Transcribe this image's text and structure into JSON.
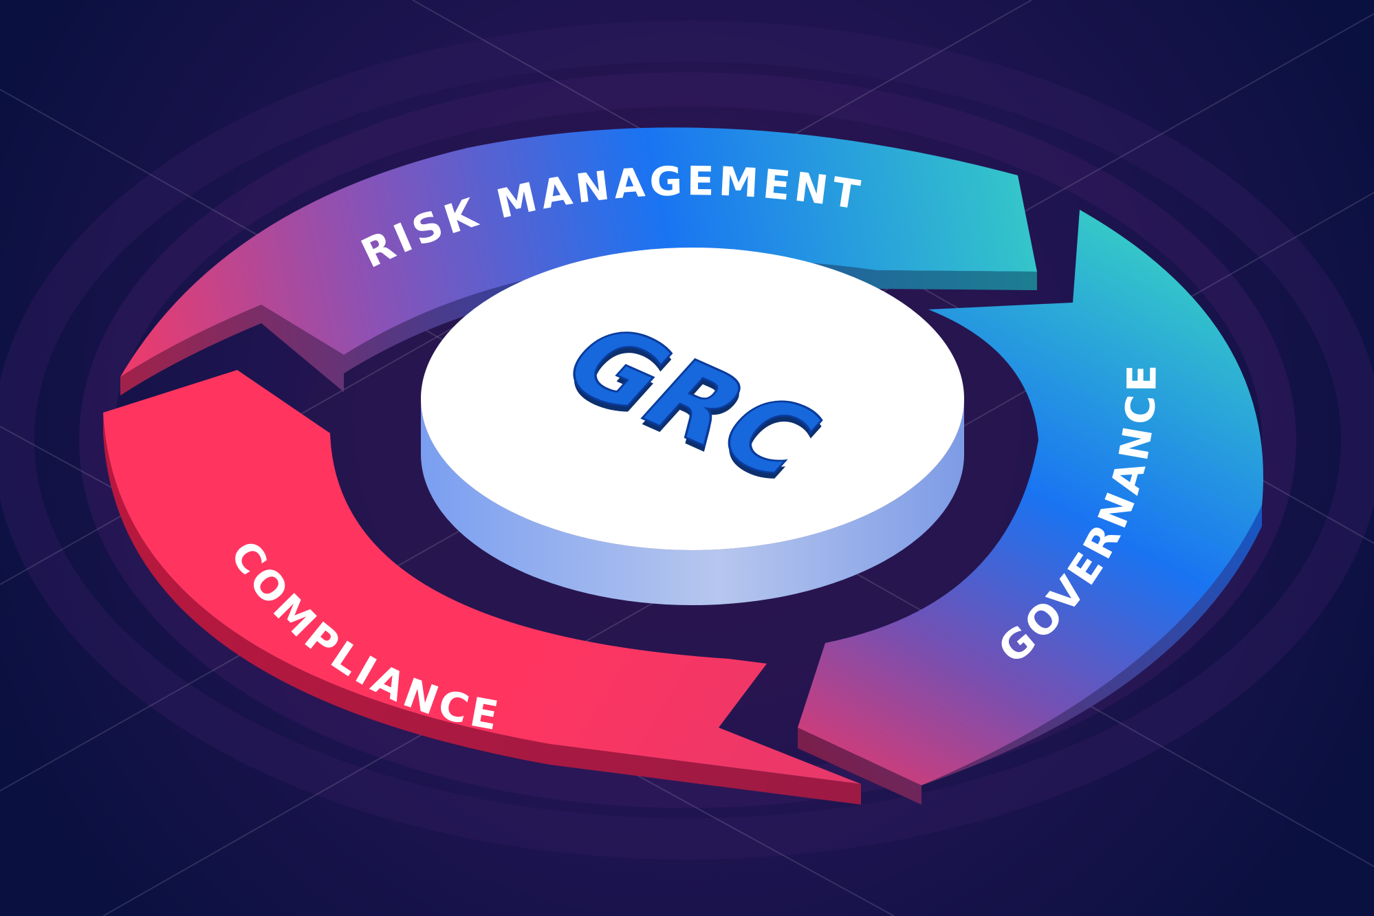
{
  "diagram": {
    "center": {
      "label": "GRC"
    },
    "segments": [
      {
        "id": "risk-management",
        "label": "RISK MANAGEMENT"
      },
      {
        "id": "governance",
        "label": "GOVERNANCE"
      },
      {
        "id": "compliance",
        "label": "COMPLIANCE"
      }
    ]
  },
  "colors": {
    "background": "#0e0f3a",
    "blue": "#1a6ff0",
    "teal": "#35c8c8",
    "pink": "#ff3560",
    "purple": "#7a4aa8",
    "center_disc": "#ffffff",
    "center_text": "#1762d6"
  }
}
